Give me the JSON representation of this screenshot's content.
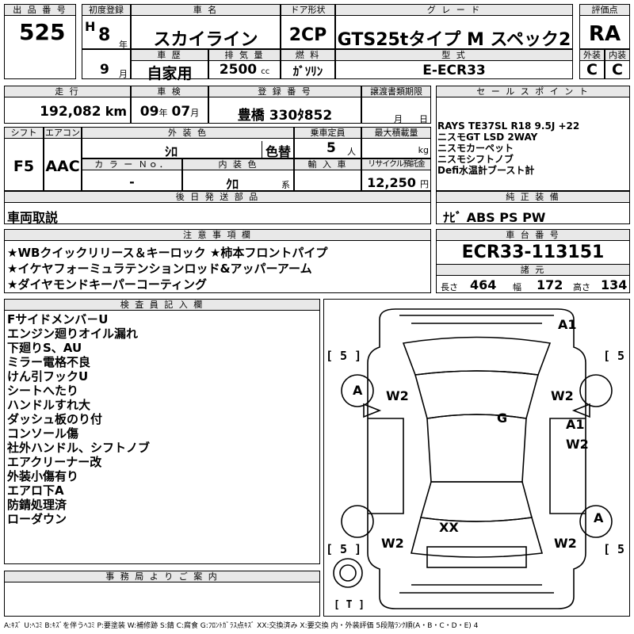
{
  "header": {
    "lot_label": "出 品 番 号",
    "lot_no": "525",
    "first_reg_label": "初度登録",
    "era": "H",
    "year": "8",
    "year_unit": "年",
    "month": "9",
    "month_unit": "月",
    "car_name_label": "車 名",
    "car_name": "スカイライン",
    "door_label": "ドア形状",
    "door": "2CP",
    "grade_label": "グ レ ー ド",
    "grade": "GTS25tタイプ M スペック2",
    "score_label": "評価点",
    "score": "RA",
    "history_label": "車 歴",
    "history": "自家用",
    "displacement_label": "排 気 量",
    "displacement": "2500",
    "cc": "cc",
    "fuel_label": "燃 料",
    "fuel": "ｶﾞｿﾘﾝ",
    "model_label": "型 式",
    "model": "E-ECR33",
    "exterior_label": "外装",
    "exterior": "C",
    "interior_label": "内装",
    "interior": "C"
  },
  "row2": {
    "mileage_label": "走 行",
    "mileage": "192,082",
    "km": "km",
    "inspection_label": "車 検",
    "insp_year": "09",
    "insp_year_unit": "年",
    "insp_month": "07",
    "insp_month_unit": "月",
    "plate_label": "登 録 番 号",
    "plate": "豊橋 330ﾀ852",
    "transfer_label": "譲渡書類期限",
    "transfer_month_unit": "月",
    "transfer_day_unit": "日",
    "sales_label": "セ ー ル ス ポ イ ン ト"
  },
  "row3": {
    "shift_label": "シフト",
    "shift": "F5",
    "ac_label": "エアコン",
    "ac": "AAC",
    "ext_color_label": "外 装 色",
    "ext_color": "ｼﾛ",
    "color_change": "色替",
    "capacity_label": "乗車定員",
    "capacity": "5",
    "capacity_unit": "人",
    "load_label": "最大積載量",
    "load_unit": "kg",
    "color_no_label": "カ ラ ー Ｎｏ．",
    "color_no": "-",
    "int_color_label": "内 装 色",
    "int_color": "ｸﾛ",
    "int_unit": "系",
    "import_label": "輸 入 車",
    "recycle_label": "リサイクル預託金",
    "recycle": "12,250",
    "yen": "円"
  },
  "sales_points": [
    "RAYS TE37SL R18 9.5J +22",
    "ニスモGT LSD 2WAY",
    "ニスモカーペット",
    "ニスモシフトノブ",
    "Defi水温計ブースト計"
  ],
  "later_parts": {
    "label": "後 日 発 送 部 品",
    "value": "車両取説"
  },
  "genuine": {
    "label": "純 正 装 備",
    "value": "ﾅﾋﾞ ABS PS PW"
  },
  "caution": {
    "label": "注 意 事 項 欄",
    "lines": [
      "★WBクイックリリース＆キーロック ★柿本フロントパイプ",
      "★イケヤフォーミュラテンションロッド&アッパーアーム",
      "★ダイヤモンドキーパーコーティング"
    ]
  },
  "chassis": {
    "label": "車 台 番 号",
    "value": "ECR33-113151",
    "specs_label": "諸 元",
    "length_label": "長さ",
    "length": "464",
    "width_label": "幅",
    "width": "172",
    "height_label": "高さ",
    "height": "134"
  },
  "inspector": {
    "label": "検 査 員 記 入 欄",
    "lines": [
      "Fサイドメンバ－U",
      "エンジン廻りオイル漏れ",
      "下廻りS、AU",
      "ミラー電格不良",
      "けん引フックU",
      "シートへたり",
      "ハンドルすれ大",
      "ダッシュ板のり付",
      "コンソール傷",
      "社外ハンドル、シフトノブ",
      "エアクリーナー改",
      "外装小傷有り",
      "エアロ下A",
      "防錆処理済",
      "ローダウン"
    ]
  },
  "office": {
    "label": "事 務 局 よ り ご 案 内"
  },
  "diagram": {
    "marks": {
      "a1_top": "A1",
      "a_fl": "A",
      "w2_fl": "W2",
      "w2_fr": "W2",
      "g_roof": "G",
      "a1_right": "A1",
      "w2_right": "W2",
      "xx_rear": "XX",
      "a_rr": "A",
      "w2_rl": "W2",
      "w2_rr": "W2"
    },
    "brackets": {
      "tl": "[ 5 ]",
      "tr": "[ 5",
      "bl": "[ 5 ]",
      "br": "[ 5",
      "t": "[ T ]"
    }
  },
  "legend": "A:ｷｽﾞ U:ﾍｺﾐ B:ｷｽﾞを伴うﾍｺﾐ P:要塗装 W:補修跡 S:錆 C:腐食 G:ﾌﾛﾝﾄｶﾞﾗｽ点ｷｽﾞ XX:交換済み X:要交換 内・外装評価 5段階ﾗﾝｸ順(A・B・C・D・E) 4"
}
